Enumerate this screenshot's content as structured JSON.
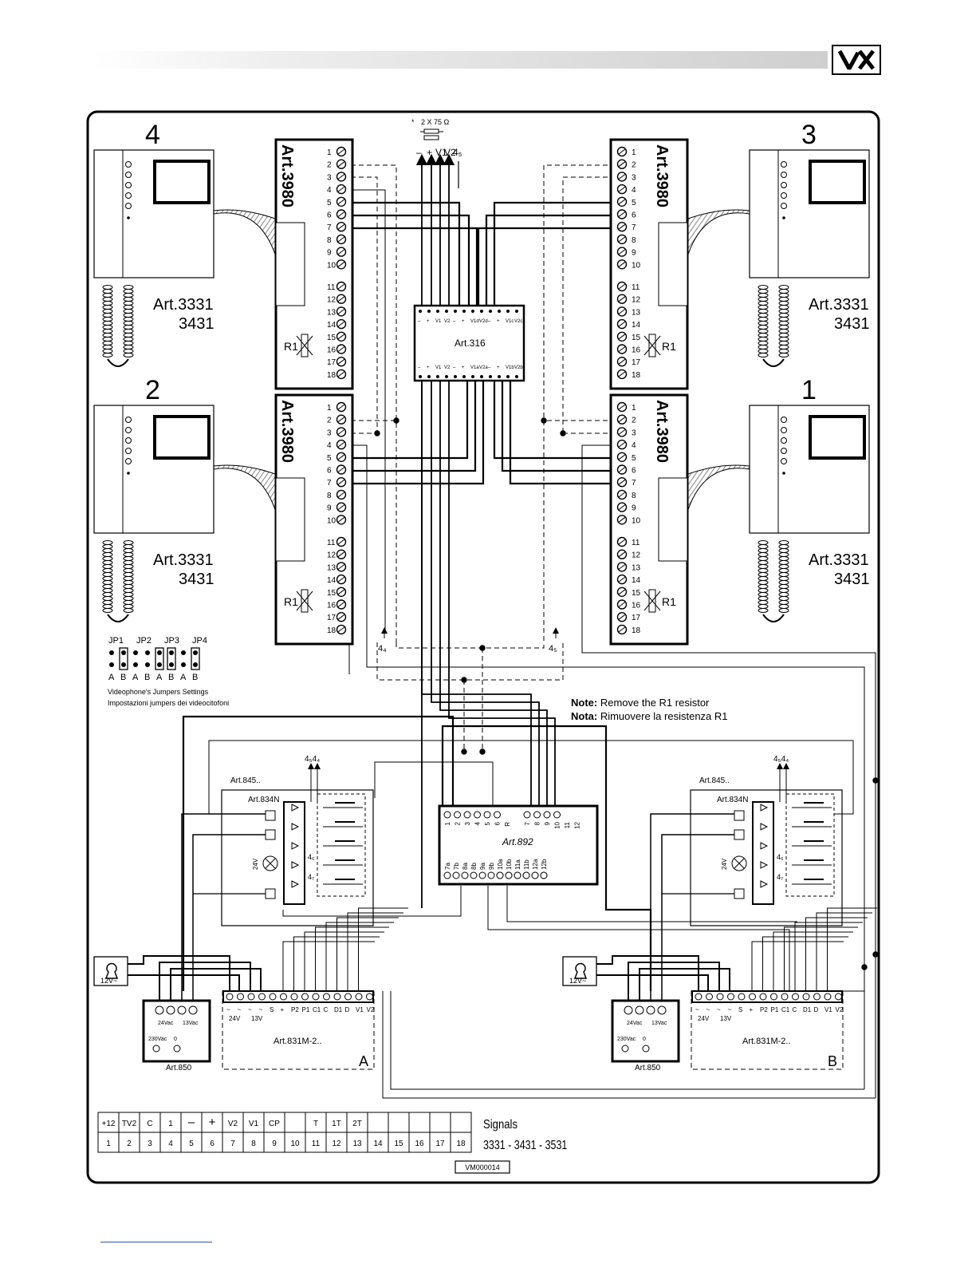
{
  "header": {
    "logo_text": "VX"
  },
  "monitors": [
    {
      "number": "4",
      "model_a": "Art.3331",
      "model_b": "3431"
    },
    {
      "number": "3",
      "model_a": "Art.3331",
      "model_b": "3431"
    },
    {
      "number": "2",
      "model_a": "Art.3331",
      "model_b": "3431"
    },
    {
      "number": "1",
      "model_a": "Art.3331",
      "model_b": "3431"
    }
  ],
  "distributor_label": "Art.3980",
  "terminals": [
    "1",
    "2",
    "3",
    "4",
    "5",
    "6",
    "7",
    "8",
    "9",
    "10",
    "11",
    "12",
    "13",
    "14",
    "15",
    "16",
    "17",
    "18"
  ],
  "resistor_label": "R1",
  "resistor_top": {
    "asterisk": "*",
    "value": "2 X 75 Ω",
    "labels": [
      "–",
      "+",
      "V1",
      "V2",
      "4₅"
    ]
  },
  "art316": {
    "label": "Art.316",
    "top_pins": [
      "–",
      "+",
      "V1",
      "V2",
      "–",
      "+",
      "V1d",
      "V2d",
      "–",
      "+",
      "V1c",
      "V2c"
    ],
    "bottom_pins": [
      "–",
      "+",
      "V1",
      "V2",
      "–",
      "+",
      "V1a",
      "V2a",
      "–",
      "+",
      "V1b",
      "V2b"
    ]
  },
  "side_labels": {
    "left": "4₄",
    "right": "4₅"
  },
  "jumpers": {
    "names": [
      "JP1",
      "JP2",
      "JP3",
      "JP4"
    ],
    "letters": [
      "A",
      "B",
      "A",
      "B",
      "A",
      "B",
      "A",
      "B"
    ],
    "caption_en": "Videophone's Jumpers Settings",
    "caption_it": "Impostazioni jumpers dei videocitofoni"
  },
  "note": {
    "en_prefix": "Note:",
    "en_text": " Remove the R1 resistor",
    "it_prefix": "Nota:",
    "it_text": " Rimuovere la resistenza R1"
  },
  "art892": {
    "label": "Art.892",
    "top_pins": [
      "1",
      "2",
      "3",
      "4",
      "5",
      "6",
      "R",
      "",
      "7",
      "8",
      "9",
      "10",
      "11",
      "12"
    ],
    "bottom_pins": [
      "7a",
      "7b",
      "8a",
      "8b",
      "9a",
      "9b",
      "10a",
      "10b",
      "11a",
      "11b",
      "12a",
      "12b"
    ]
  },
  "panels": [
    {
      "art845": "Art.845..",
      "art834": "Art.834N",
      "lamp_voltage": "24V",
      "arrows": "4₅4₄",
      "diode_labels": [
        "4₆",
        "4₇"
      ],
      "power": {
        "label": "Art.850",
        "out_a": "24Vac",
        "out_b": "13Vac",
        "in_a": "230Vac",
        "in_b": "0"
      },
      "lock_voltage": "12V~",
      "unit": {
        "label": "Art.831M-2..",
        "letter": "A",
        "terms": [
          "~",
          "~",
          "~",
          "~",
          "S",
          "+",
          "P2",
          "P1",
          "C1",
          "C",
          "D1",
          "D",
          "V1",
          "V2"
        ],
        "v24": "24V",
        "v13": "13V"
      }
    },
    {
      "art845": "Art.845..",
      "art834": "Art.834N",
      "lamp_voltage": "24V",
      "arrows": "4₅4₄",
      "diode_labels": [
        "4₆",
        "4₇"
      ],
      "power": {
        "label": "Art.850",
        "out_a": "24Vac",
        "out_b": "13Vac",
        "in_a": "230Vac",
        "in_b": "0"
      },
      "lock_voltage": "12V~",
      "unit": {
        "label": "Art.831M-2..",
        "letter": "B",
        "terms": [
          "~",
          "~",
          "~",
          "~",
          "S",
          "+",
          "P2",
          "P1",
          "C1",
          "C",
          "D1",
          "D",
          "V1",
          "V2"
        ],
        "v24": "24V",
        "v13": "13V"
      }
    }
  ],
  "signals_table": {
    "title": "Signals",
    "models": "3331 - 3431  - 3531",
    "row1": [
      "+12",
      "TV2",
      "C",
      "1",
      "–",
      "+",
      "V2",
      "V1",
      "CP",
      "",
      "T",
      "1T",
      "2T",
      "",
      "",
      "",
      "",
      ""
    ],
    "row2": [
      "1",
      "2",
      "3",
      "4",
      "5",
      "6",
      "7",
      "8",
      "9",
      "10",
      "11",
      "12",
      "13",
      "14",
      "15",
      "16",
      "17",
      "18"
    ]
  },
  "doc_code": "VM000014",
  "colors": {
    "ink": "#000000",
    "hatch": "#555555",
    "link": "#3050c0"
  }
}
